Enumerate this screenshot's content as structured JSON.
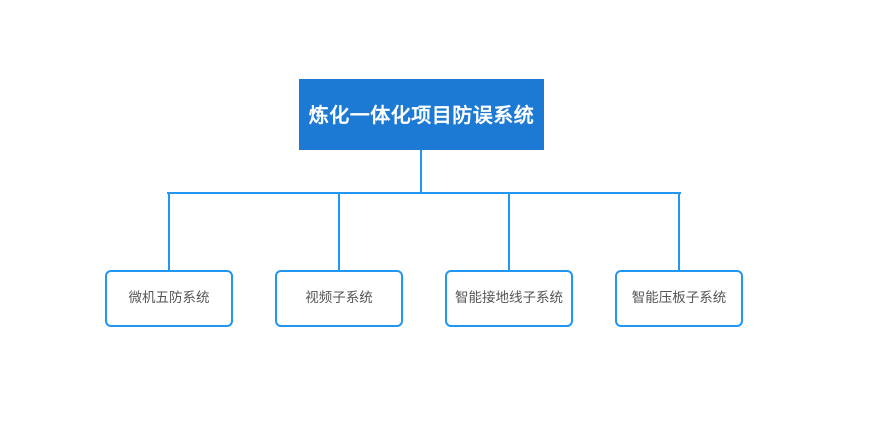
{
  "diagram": {
    "type": "organizational-hierarchy-tree",
    "background_color": "#ffffff",
    "root": {
      "label": "炼化一体化项目防误系统",
      "fill_color": "#1c7ad4",
      "text_color": "#ffffff"
    },
    "children": [
      {
        "label": "微机五防系统"
      },
      {
        "label": "视频子系统"
      },
      {
        "label": "智能接地线子系统"
      },
      {
        "label": "智能压板子系统"
      }
    ],
    "child_style": {
      "fill_color": "#ffffff",
      "border_color": "#2196f3",
      "text_color": "#555555"
    },
    "connector_color": "#2196f3"
  }
}
